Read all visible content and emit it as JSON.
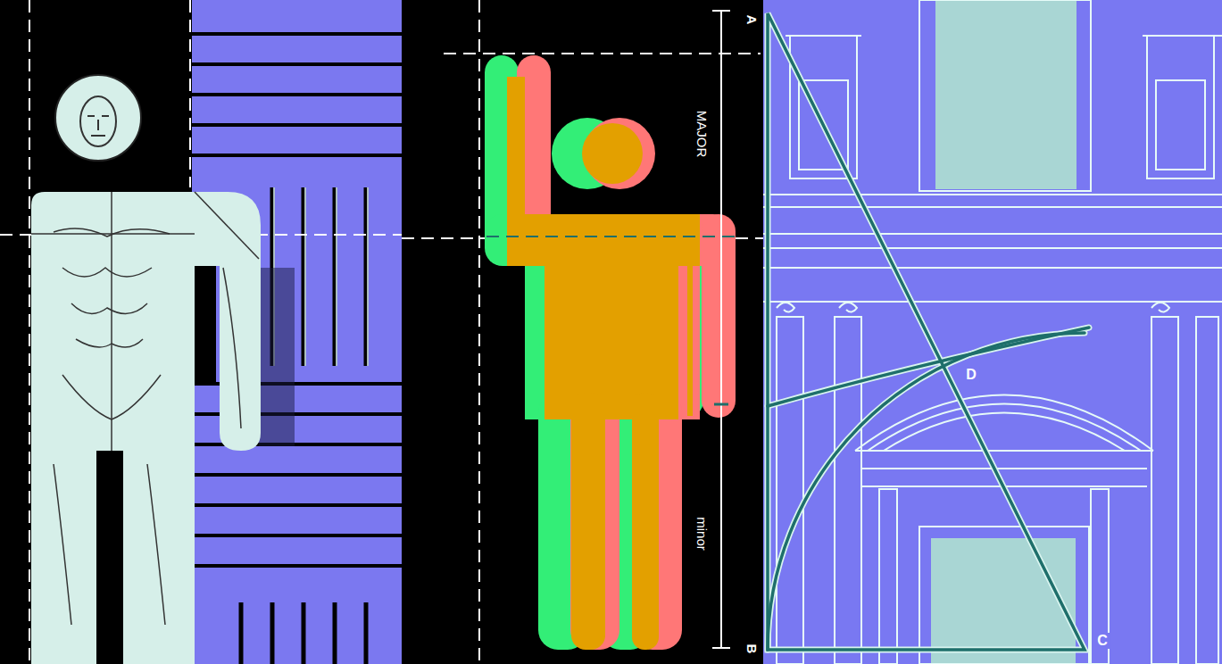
{
  "diagram": {
    "labels": [
      "A",
      "MAJOR",
      "minor",
      "B",
      "D",
      "C"
    ]
  }
}
